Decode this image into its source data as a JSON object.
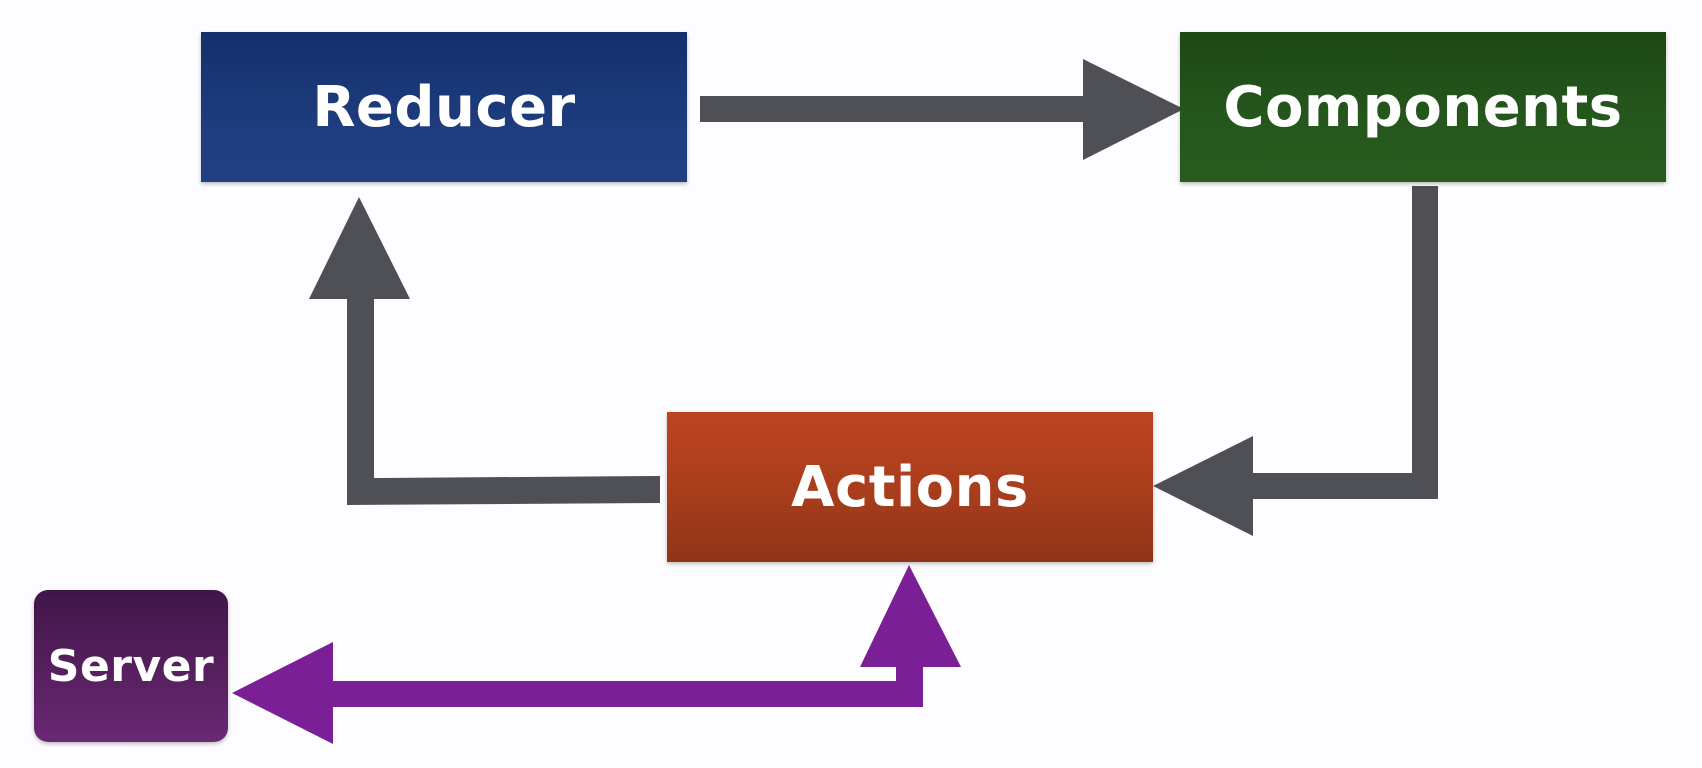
{
  "nodes": {
    "reducer": "Reducer",
    "components": "Components",
    "actions": "Actions",
    "server": "Server"
  },
  "colors": {
    "arrow_gray": "#4f4f56",
    "arrow_purple": "#7a1f96",
    "reducer": "#1d3b7c",
    "components": "#25561c",
    "actions": "#b0401d",
    "server": "#57205f"
  }
}
